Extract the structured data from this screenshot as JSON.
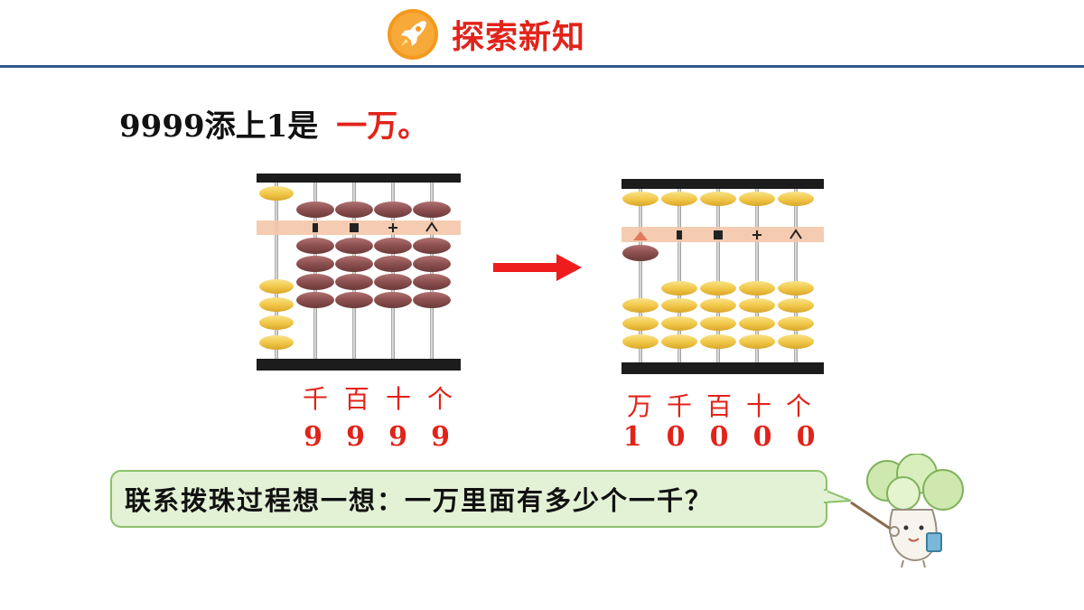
{
  "header": {
    "title": "探索新知",
    "icon": "rocket-icon",
    "accent": "#e2231a",
    "line_color": "#2e5a8a"
  },
  "statement": {
    "prefix": "9999添上1是",
    "answer": "一万。"
  },
  "left_abacus": {
    "places": [
      "千",
      "百",
      "十",
      "个"
    ],
    "digits": [
      "9",
      "9",
      "9",
      "9"
    ]
  },
  "right_abacus": {
    "places": [
      "万",
      "千",
      "百",
      "十",
      "个"
    ],
    "digits": [
      "1",
      "0",
      "0",
      "0",
      "0"
    ]
  },
  "arrow": {
    "icon": "right-arrow-icon",
    "color": "#ee1c1c"
  },
  "prompt": {
    "text": "联系拨珠过程想一想：一万里面有多少个一千？",
    "bg": "#e3f1d5",
    "border": "#8cc06a"
  },
  "mascot": {
    "icon": "cabbage-teacher-icon"
  }
}
